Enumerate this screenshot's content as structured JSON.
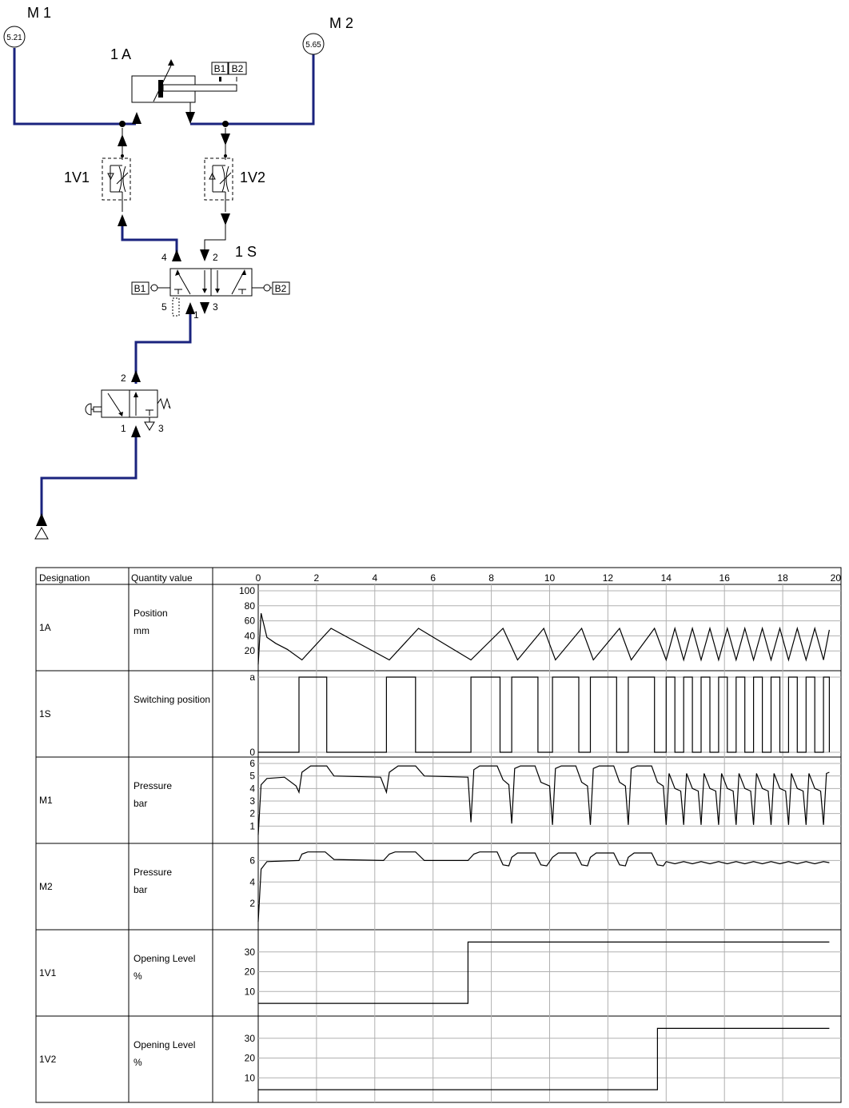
{
  "circuit": {
    "gauge_m1": {
      "label": "M 1",
      "value": "5.21"
    },
    "gauge_m2": {
      "label": "M 2",
      "value": "5.65"
    },
    "cylinder": {
      "label": "1 A",
      "sensor_b1": "B1",
      "sensor_b2": "B2"
    },
    "valve_1v1": {
      "label": "1V1"
    },
    "valve_1v2": {
      "label": "1V2"
    },
    "valve_1s": {
      "label": "1 S",
      "port_4": "4",
      "port_2": "2",
      "port_5": "5",
      "port_3": "3",
      "port_1": "1",
      "pilot_b1": "B1",
      "pilot_b2": "B2"
    },
    "start_valve": {
      "port_2": "2",
      "port_1": "1",
      "port_3": "3"
    }
  },
  "table": {
    "headers": {
      "designation": "Designation",
      "quantity": "Quantity value"
    },
    "rows": [
      {
        "designation": "1A",
        "quantity": "Position",
        "unit": "mm"
      },
      {
        "designation": "1S",
        "quantity": "Switching position",
        "unit": ""
      },
      {
        "designation": "M1",
        "quantity": "Pressure",
        "unit": "bar"
      },
      {
        "designation": "M2",
        "quantity": "Pressure",
        "unit": "bar"
      },
      {
        "designation": "1V1",
        "quantity": "Opening Level",
        "unit": "%"
      },
      {
        "designation": "1V2",
        "quantity": "Opening Level",
        "unit": "%"
      }
    ]
  },
  "chart_data": {
    "type": "line",
    "xlim": [
      0,
      20
    ],
    "x_ticks": [
      0,
      2,
      4,
      6,
      8,
      10,
      12,
      14,
      16,
      18,
      20
    ],
    "grid": true,
    "tracks": [
      {
        "id": "1A",
        "ylim": [
          0,
          100
        ],
        "y_ticks": [
          20,
          40,
          60,
          80,
          100
        ],
        "points": [
          [
            0,
            2
          ],
          [
            0.1,
            70
          ],
          [
            0.3,
            38
          ],
          [
            0.6,
            30
          ],
          [
            1.0,
            22
          ],
          [
            1.5,
            8
          ],
          [
            2.5,
            50
          ],
          [
            4.5,
            8
          ],
          [
            5.5,
            50
          ],
          [
            7.3,
            8
          ],
          [
            8.4,
            50
          ],
          [
            8.9,
            8
          ],
          [
            9.8,
            50
          ],
          [
            10.2,
            8
          ],
          [
            11.1,
            50
          ],
          [
            11.5,
            8
          ],
          [
            12.4,
            50
          ],
          [
            12.8,
            8
          ],
          [
            13.6,
            50
          ],
          [
            14.0,
            8
          ],
          [
            14.3,
            50
          ],
          [
            14.6,
            8
          ],
          [
            14.9,
            50
          ],
          [
            15.2,
            8
          ],
          [
            15.5,
            50
          ],
          [
            15.8,
            8
          ],
          [
            16.1,
            50
          ],
          [
            16.4,
            8
          ],
          [
            16.7,
            50
          ],
          [
            17.0,
            8
          ],
          [
            17.3,
            50
          ],
          [
            17.6,
            8
          ],
          [
            17.9,
            50
          ],
          [
            18.2,
            8
          ],
          [
            18.5,
            50
          ],
          [
            18.8,
            8
          ],
          [
            19.1,
            50
          ],
          [
            19.4,
            8
          ],
          [
            19.6,
            48
          ]
        ]
      },
      {
        "id": "1S",
        "y_ticks_labels": [
          "0",
          "a"
        ],
        "step": true,
        "high_intervals": [
          [
            1.4,
            2.35
          ],
          [
            4.4,
            5.4
          ],
          [
            7.3,
            8.3
          ],
          [
            8.7,
            9.6
          ],
          [
            10.1,
            11.0
          ],
          [
            11.4,
            12.3
          ],
          [
            12.7,
            13.6
          ],
          [
            14.0,
            14.3
          ],
          [
            14.6,
            14.9
          ],
          [
            15.2,
            15.5
          ],
          [
            15.8,
            16.1
          ],
          [
            16.4,
            16.7
          ],
          [
            17.0,
            17.3
          ],
          [
            17.6,
            17.9
          ],
          [
            18.2,
            18.5
          ],
          [
            18.8,
            19.1
          ],
          [
            19.4,
            19.6
          ]
        ]
      },
      {
        "id": "M1",
        "ylim": [
          0,
          6
        ],
        "y_ticks": [
          1,
          2,
          3,
          4,
          5,
          6
        ],
        "points": [
          [
            0,
            0.3
          ],
          [
            0.1,
            4.3
          ],
          [
            0.3,
            4.8
          ],
          [
            0.9,
            4.9
          ],
          [
            1.3,
            4.2
          ],
          [
            1.4,
            3.7
          ],
          [
            1.5,
            5.3
          ],
          [
            1.8,
            5.8
          ],
          [
            2.35,
            5.8
          ],
          [
            2.6,
            5.0
          ],
          [
            4.2,
            4.9
          ],
          [
            4.4,
            3.7
          ],
          [
            4.5,
            5.3
          ],
          [
            4.8,
            5.8
          ],
          [
            5.4,
            5.8
          ],
          [
            5.7,
            5.0
          ],
          [
            7.2,
            4.9
          ],
          [
            7.3,
            1.3
          ],
          [
            7.4,
            5.5
          ],
          [
            7.6,
            5.8
          ],
          [
            8.2,
            5.8
          ],
          [
            8.4,
            4.7
          ],
          [
            8.6,
            4.3
          ],
          [
            8.7,
            1.2
          ],
          [
            8.8,
            5.6
          ],
          [
            9.0,
            5.8
          ],
          [
            9.5,
            5.8
          ],
          [
            9.7,
            4.5
          ],
          [
            10.0,
            4.2
          ],
          [
            10.1,
            1.1
          ],
          [
            10.2,
            5.6
          ],
          [
            10.4,
            5.8
          ],
          [
            10.9,
            5.8
          ],
          [
            11.1,
            4.5
          ],
          [
            11.3,
            4.2
          ],
          [
            11.4,
            1.1
          ],
          [
            11.5,
            5.6
          ],
          [
            11.7,
            5.8
          ],
          [
            12.2,
            5.8
          ],
          [
            12.4,
            4.5
          ],
          [
            12.6,
            4.2
          ],
          [
            12.7,
            1.1
          ],
          [
            12.8,
            5.6
          ],
          [
            13.0,
            5.8
          ],
          [
            13.5,
            5.8
          ],
          [
            13.7,
            4.5
          ],
          [
            13.9,
            4.2
          ],
          [
            14.0,
            1.1
          ],
          [
            14.1,
            5.2
          ],
          [
            14.3,
            4.0
          ],
          [
            14.5,
            3.8
          ],
          [
            14.6,
            1.1
          ],
          [
            14.7,
            5.2
          ],
          [
            14.9,
            4.0
          ],
          [
            15.1,
            3.8
          ],
          [
            15.2,
            1.1
          ],
          [
            15.3,
            5.2
          ],
          [
            15.5,
            4.0
          ],
          [
            15.7,
            3.8
          ],
          [
            15.8,
            1.1
          ],
          [
            15.9,
            5.2
          ],
          [
            16.1,
            4.0
          ],
          [
            16.3,
            3.8
          ],
          [
            16.4,
            1.1
          ],
          [
            16.5,
            5.2
          ],
          [
            16.7,
            4.0
          ],
          [
            16.9,
            3.8
          ],
          [
            17.0,
            1.1
          ],
          [
            17.1,
            5.2
          ],
          [
            17.3,
            4.0
          ],
          [
            17.5,
            3.8
          ],
          [
            17.6,
            1.1
          ],
          [
            17.7,
            5.2
          ],
          [
            17.9,
            4.0
          ],
          [
            18.1,
            3.8
          ],
          [
            18.2,
            1.1
          ],
          [
            18.3,
            5.2
          ],
          [
            18.5,
            4.0
          ],
          [
            18.7,
            3.8
          ],
          [
            18.8,
            1.1
          ],
          [
            18.9,
            5.2
          ],
          [
            19.1,
            4.0
          ],
          [
            19.3,
            3.8
          ],
          [
            19.4,
            1.1
          ],
          [
            19.5,
            5.2
          ],
          [
            19.6,
            5.3
          ]
        ]
      },
      {
        "id": "M2",
        "ylim": [
          0,
          7
        ],
        "y_ticks": [
          2,
          4,
          6
        ],
        "points": [
          [
            0,
            0.3
          ],
          [
            0.1,
            5.2
          ],
          [
            0.3,
            5.9
          ],
          [
            1.4,
            6.0
          ],
          [
            1.5,
            6.6
          ],
          [
            1.7,
            6.8
          ],
          [
            2.3,
            6.8
          ],
          [
            2.6,
            6.1
          ],
          [
            4.3,
            6.0
          ],
          [
            4.5,
            6.6
          ],
          [
            4.7,
            6.8
          ],
          [
            5.4,
            6.8
          ],
          [
            5.7,
            6.0
          ],
          [
            7.2,
            6.0
          ],
          [
            7.4,
            6.6
          ],
          [
            7.6,
            6.8
          ],
          [
            8.2,
            6.8
          ],
          [
            8.4,
            5.6
          ],
          [
            8.6,
            5.5
          ],
          [
            8.7,
            6.3
          ],
          [
            8.9,
            6.7
          ],
          [
            9.5,
            6.7
          ],
          [
            9.7,
            5.6
          ],
          [
            9.9,
            5.5
          ],
          [
            10.1,
            6.3
          ],
          [
            10.3,
            6.7
          ],
          [
            10.9,
            6.7
          ],
          [
            11.1,
            5.6
          ],
          [
            11.3,
            5.5
          ],
          [
            11.4,
            6.3
          ],
          [
            11.6,
            6.7
          ],
          [
            12.2,
            6.7
          ],
          [
            12.4,
            5.6
          ],
          [
            12.6,
            5.5
          ],
          [
            12.7,
            6.3
          ],
          [
            12.9,
            6.7
          ],
          [
            13.5,
            6.7
          ],
          [
            13.7,
            5.6
          ],
          [
            13.9,
            5.5
          ],
          [
            14.0,
            5.9
          ],
          [
            14.3,
            5.7
          ],
          [
            14.6,
            5.9
          ],
          [
            14.9,
            5.7
          ],
          [
            15.2,
            5.9
          ],
          [
            15.5,
            5.7
          ],
          [
            15.8,
            5.9
          ],
          [
            16.1,
            5.7
          ],
          [
            16.4,
            5.9
          ],
          [
            16.7,
            5.7
          ],
          [
            17.0,
            5.9
          ],
          [
            17.3,
            5.7
          ],
          [
            17.6,
            5.9
          ],
          [
            17.9,
            5.7
          ],
          [
            18.2,
            5.9
          ],
          [
            18.5,
            5.7
          ],
          [
            18.8,
            5.9
          ],
          [
            19.1,
            5.7
          ],
          [
            19.4,
            5.9
          ],
          [
            19.6,
            5.8
          ]
        ]
      },
      {
        "id": "1V1",
        "ylim": [
          0,
          38
        ],
        "y_ticks": [
          10,
          20,
          30
        ],
        "step_points": [
          [
            0,
            4
          ],
          [
            7.2,
            4
          ],
          [
            7.2,
            35
          ],
          [
            19.6,
            35
          ]
        ]
      },
      {
        "id": "1V2",
        "ylim": [
          0,
          38
        ],
        "y_ticks": [
          10,
          20,
          30
        ],
        "step_points": [
          [
            0,
            4
          ],
          [
            13.7,
            4
          ],
          [
            13.7,
            35
          ],
          [
            19.6,
            35
          ]
        ]
      }
    ]
  },
  "colors": {
    "pipe": "#1a237e",
    "line": "#000000",
    "grid": "#b0b0b0"
  }
}
